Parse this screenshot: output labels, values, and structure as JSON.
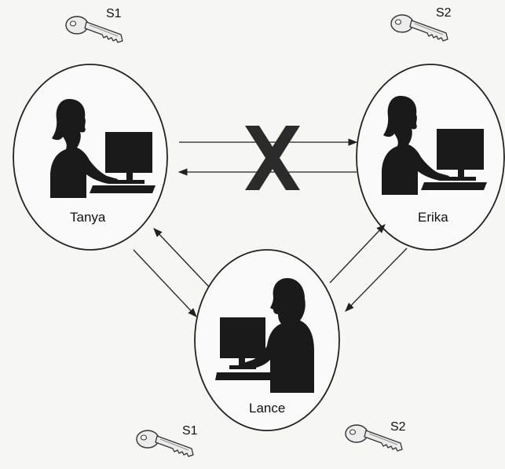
{
  "people": {
    "tanya": {
      "name": "Tanya",
      "key": "S1"
    },
    "erika": {
      "name": "Erika",
      "key": "S2"
    },
    "lance": {
      "name": "Lance",
      "keys": [
        "S1",
        "S2"
      ]
    }
  },
  "link_tanya_erika": "blocked",
  "colors": {
    "ellipse_stroke": "#222222",
    "silhouette": "#1a1a1a",
    "blocked_x": "#2b2b2b",
    "key_fill": "#ececec"
  }
}
